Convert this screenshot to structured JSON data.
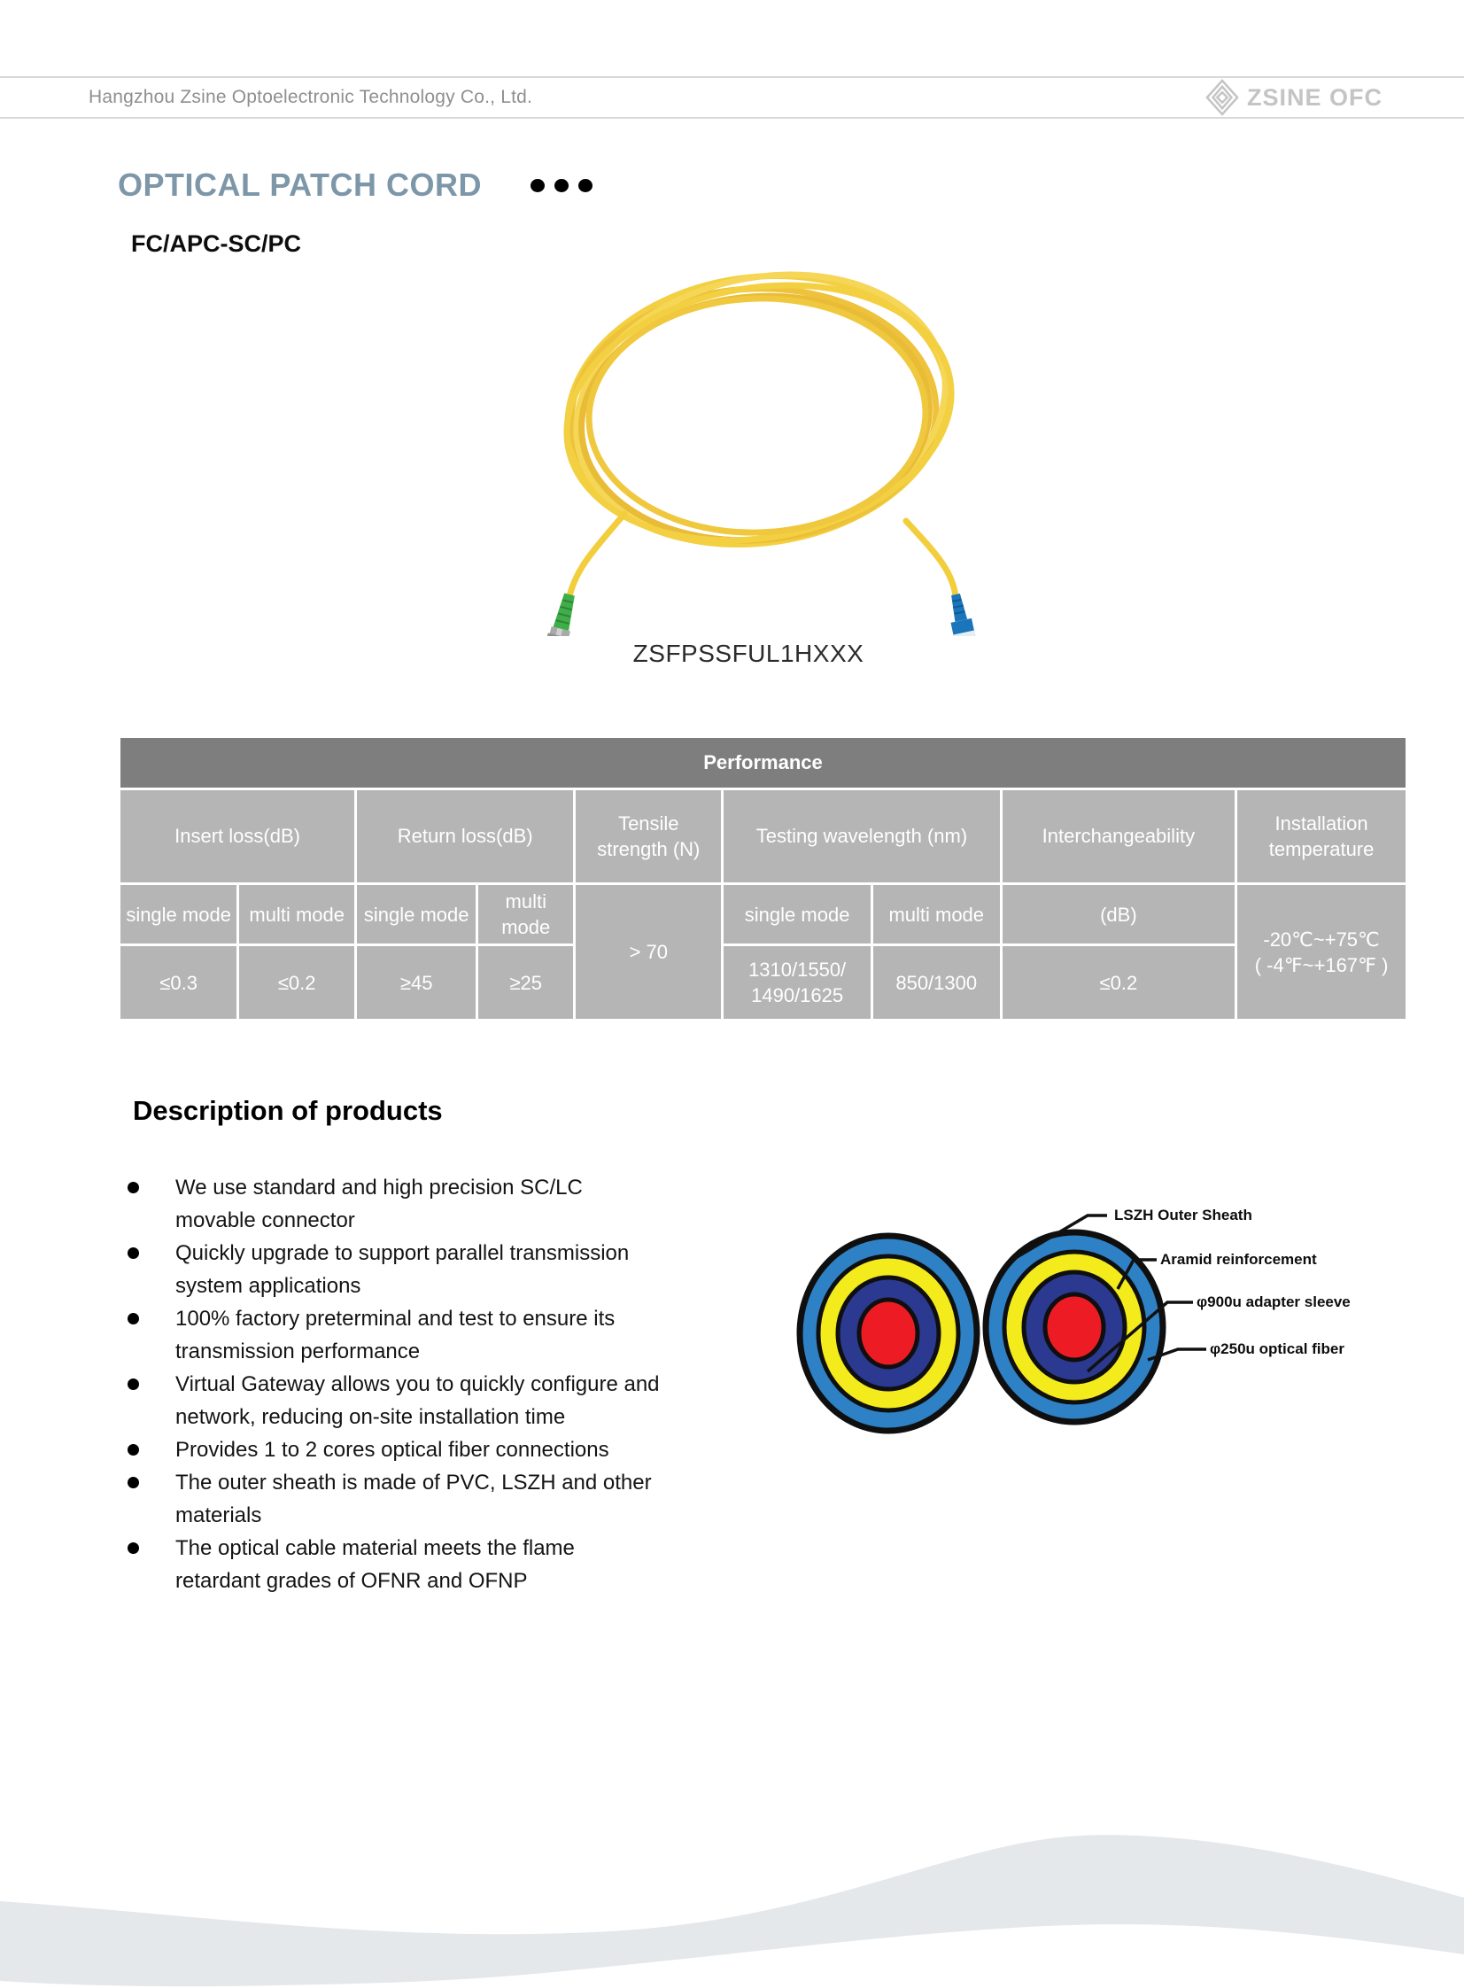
{
  "header": {
    "company": "Hangzhou Zsine Optoelectronic Technology Co., Ltd.",
    "brand": "ZSINE OFC"
  },
  "title": {
    "text": "OPTICAL PATCH CORD",
    "subtitle": "FC/APC-SC/PC"
  },
  "product": {
    "code": "ZSFPSSFUL1HXXX"
  },
  "performance": {
    "title": "Performance",
    "headers": {
      "insert_loss": "Insert loss(dB)",
      "return_loss": "Return loss(dB)",
      "tensile_strength": "Tensile strength (N)",
      "testing_wavelength": "Testing wavelength (nm)",
      "interchangeability": "Interchangeability",
      "installation_temperature": "Installation temperature"
    },
    "subheaders": {
      "insert_single": "single mode",
      "insert_multi": "multi mode",
      "return_single": "single mode",
      "return_multi": "multi mode",
      "testing_single": "single mode",
      "testing_multi": "multi mode",
      "interchangeability_unit": "(dB)"
    },
    "values": {
      "insert_single": "≤0.3",
      "insert_multi": "≤0.2",
      "return_single": "≥45",
      "return_multi": "≥25",
      "tensile": "> 70",
      "testing_single_line1": "1310/1550/",
      "testing_single_line2": "1490/1625",
      "testing_multi": "850/1300",
      "interchangeability": "≤0.2",
      "temperature_line1": "-20℃~+75℃",
      "temperature_line2": "( -4℉~+167℉ )"
    }
  },
  "description": {
    "heading": "Description of products",
    "bullets": [
      "We use standard and high precision SC/LC movable connector",
      "Quickly upgrade to support parallel transmission system applications",
      "100% factory preterminal and test to ensure its transmission performance",
      "Virtual Gateway allows you to quickly configure and network, reducing on-site installation time",
      "Provides 1 to 2 cores optical fiber connections",
      "The outer sheath is made of PVC, LSZH and other materials",
      "The optical cable material meets the flame retardant grades of OFNR and OFNP"
    ]
  },
  "diagram": {
    "labels": [
      "LSZH Outer Sheath",
      "Aramid reinforcement",
      "φ900u adapter sleeve",
      "φ250u optical fiber"
    ]
  },
  "colors": {
    "title_accent": "#7d97a9",
    "table_header_bg": "#7e7e7e",
    "table_cell_bg": "#b5b5b5",
    "cable_yellow": "#f2ce3d",
    "fc_connector_green": "#3fae49",
    "sc_connector_blue": "#1b75bb",
    "ring_outer_blue": "#2e81c4",
    "ring_yellow": "#f3eb1c",
    "ring_navy": "#2b3990",
    "ring_red": "#ed1c24",
    "footer_wave": "#e4e8ea"
  }
}
